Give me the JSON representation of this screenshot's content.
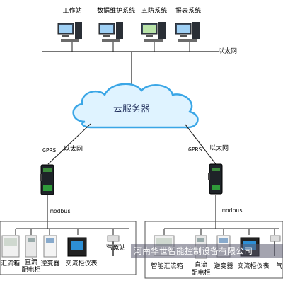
{
  "workstations": [
    {
      "label": "工作站"
    },
    {
      "label": "数据维护系统"
    },
    {
      "label": "五防系统"
    },
    {
      "label": "报表系统"
    }
  ],
  "top_network_label": "以太网",
  "cloud_label": "云服务器",
  "left_link": {
    "gprs": "GPRS",
    "ethernet": "以太网",
    "bus": "modbus"
  },
  "right_link": {
    "gprs": "GPRS",
    "ethernet": "以太网",
    "bus": "modbus"
  },
  "left_devices": [
    {
      "label": "汇流箱"
    },
    {
      "label": "直流\n配电柜"
    },
    {
      "label": "逆变器"
    },
    {
      "label": "交流柜仪表"
    },
    {
      "label": "气象站"
    }
  ],
  "right_devices": [
    {
      "label": "智能汇流箱"
    },
    {
      "label": "直流\n配电柜"
    },
    {
      "label": "逆变器"
    },
    {
      "label": "交流柜仪表"
    },
    {
      "label": "气"
    }
  ],
  "watermark": "河南华世智能控制设备有限公司"
}
